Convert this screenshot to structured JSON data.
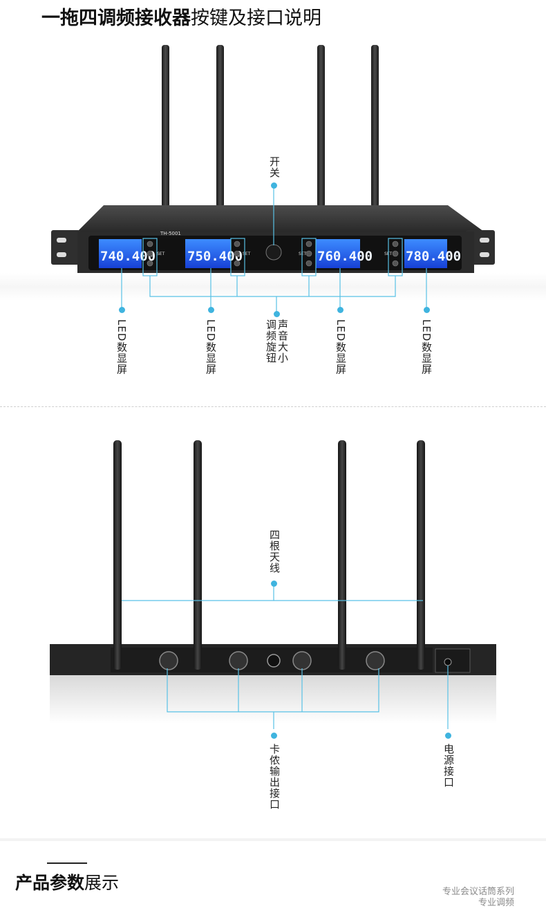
{
  "front_section": {
    "title_bold": "一拖四调频接收器",
    "title_normal": "按键及接口说明",
    "model": "TH-5001",
    "displays": [
      "740.400",
      "750.400",
      "760.400",
      "780.400"
    ],
    "set_label": "SET",
    "labels": {
      "power_switch": "开关",
      "led_1": "LED数显屏",
      "led_2": "LED数显屏",
      "volume_knob": "声音大小调频旋钮",
      "led_3": "LED数显屏",
      "led_4": "LED数显屏"
    },
    "colors": {
      "accent": "#3fb4df",
      "lcd": "#1b5be8"
    }
  },
  "rear_section": {
    "labels": {
      "antennas": "四根天线",
      "xlr_outputs": "卡侬输出接口",
      "power_port": "电源接口"
    }
  },
  "footer": {
    "title_bold": "产品参数",
    "title_normal": "展示",
    "note_line1": "专业会议话筒系列",
    "note_line2": "专业调频"
  }
}
